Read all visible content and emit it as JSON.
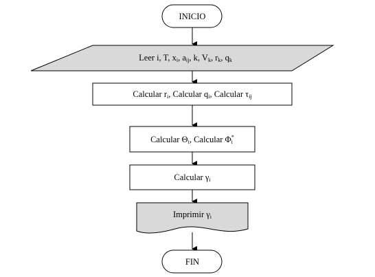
{
  "colors": {
    "io_fill": "#d9d9d9",
    "process_fill": "#ffffff",
    "line": "#000000"
  },
  "flowchart": {
    "start": {
      "text": "INICIO"
    },
    "input": {
      "prefix": "Leer i, T, x",
      "x_sub": "i",
      "a_base": ", a",
      "a_sub": "ij",
      "k_text": ", k, V",
      "V_sub": "k",
      "r_base": ", r",
      "r_sub": "k",
      "q_base": ", q",
      "q_sub": "k"
    },
    "step1": {
      "calc1": "Calcular r",
      "r_sub": "i",
      "sep1": ", Calcular q",
      "q_sub": "i",
      "sep2": ", Calcular τ",
      "tau_sub": "ij"
    },
    "step2": {
      "calc1": "Calcular Θ",
      "theta_sub": "i",
      "calc2": ", Calcular Φ",
      "phi_sub": "i",
      "phi_sup": "*"
    },
    "step3": {
      "text": "Calcular γ",
      "gamma_sub": "i"
    },
    "output": {
      "text": "Imprimir γ",
      "gamma_sub": "i"
    },
    "end": {
      "text": "FIN"
    }
  }
}
